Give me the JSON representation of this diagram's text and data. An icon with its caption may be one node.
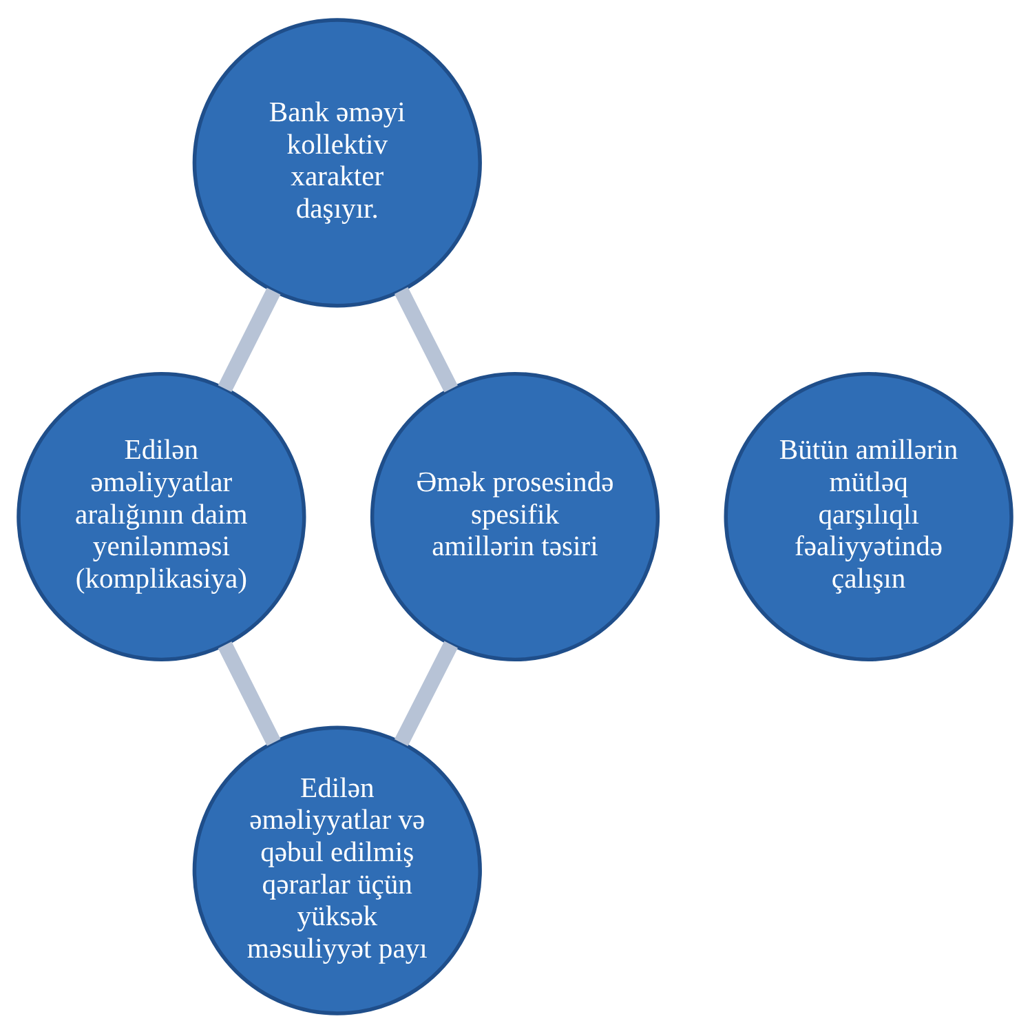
{
  "diagram": {
    "nodes": [
      {
        "text": [
          "Bank əməyi kollektiv xarakter daşıyır."
        ]
      },
      {
        "text": [
          "Edilən əməliyyatlar aralığının daim yenilənməsi (komplikasiya)"
        ]
      },
      {
        "text": [
          "Bütün amillərin mütləq qarşılıqlı fəaliyyətində çalışın"
        ]
      },
      {
        "text": [
          "Əmək prosesində spesifik amillərin təsiri"
        ]
      },
      {
        "text": [
          "Edilən əməliyyatlar və qəbul edilmiş qərarlar üçün yüksək məsuliyyət payı"
        ]
      }
    ],
    "edges": [
      {
        "from": 0,
        "to": 3,
        "arrow": "none"
      },
      {
        "from": 3,
        "to": 4,
        "arrow": "none"
      },
      {
        "from": 1,
        "to": 4,
        "arrow": "none"
      },
      {
        "from": 0,
        "to": 1,
        "arrow": "none"
      }
    ]
  }
}
